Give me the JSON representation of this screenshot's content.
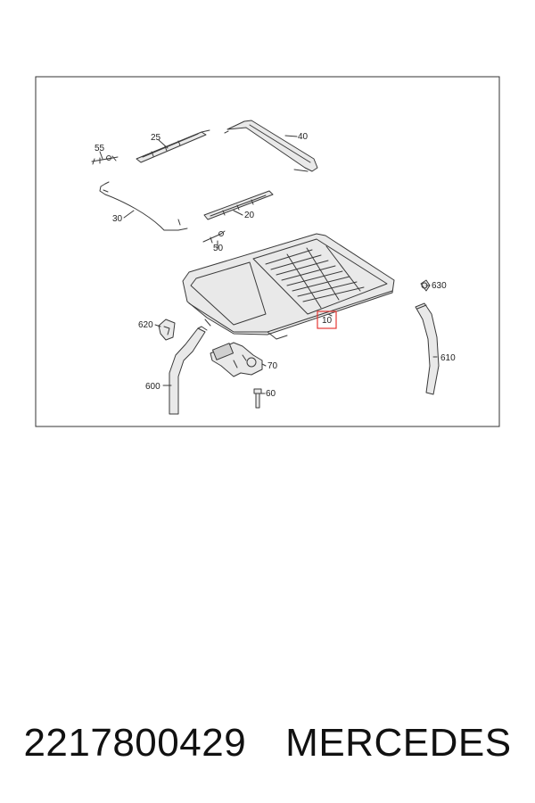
{
  "callouts": [
    {
      "id": "c55",
      "text": "55"
    },
    {
      "id": "c25",
      "text": "25"
    },
    {
      "id": "c40",
      "text": "40"
    },
    {
      "id": "c30",
      "text": "30"
    },
    {
      "id": "c20",
      "text": "20"
    },
    {
      "id": "c50",
      "text": "50"
    },
    {
      "id": "c630",
      "text": "630"
    },
    {
      "id": "c620",
      "text": "620"
    },
    {
      "id": "c10",
      "text": "10"
    },
    {
      "id": "c70",
      "text": "70"
    },
    {
      "id": "c610",
      "text": "610"
    },
    {
      "id": "c600",
      "text": "600"
    },
    {
      "id": "c60",
      "text": "60"
    }
  ],
  "highlighted_callout": "10",
  "highlight_color": "#e53935",
  "footer": {
    "part_number": "2217800429",
    "brand": "MERCEDES"
  }
}
